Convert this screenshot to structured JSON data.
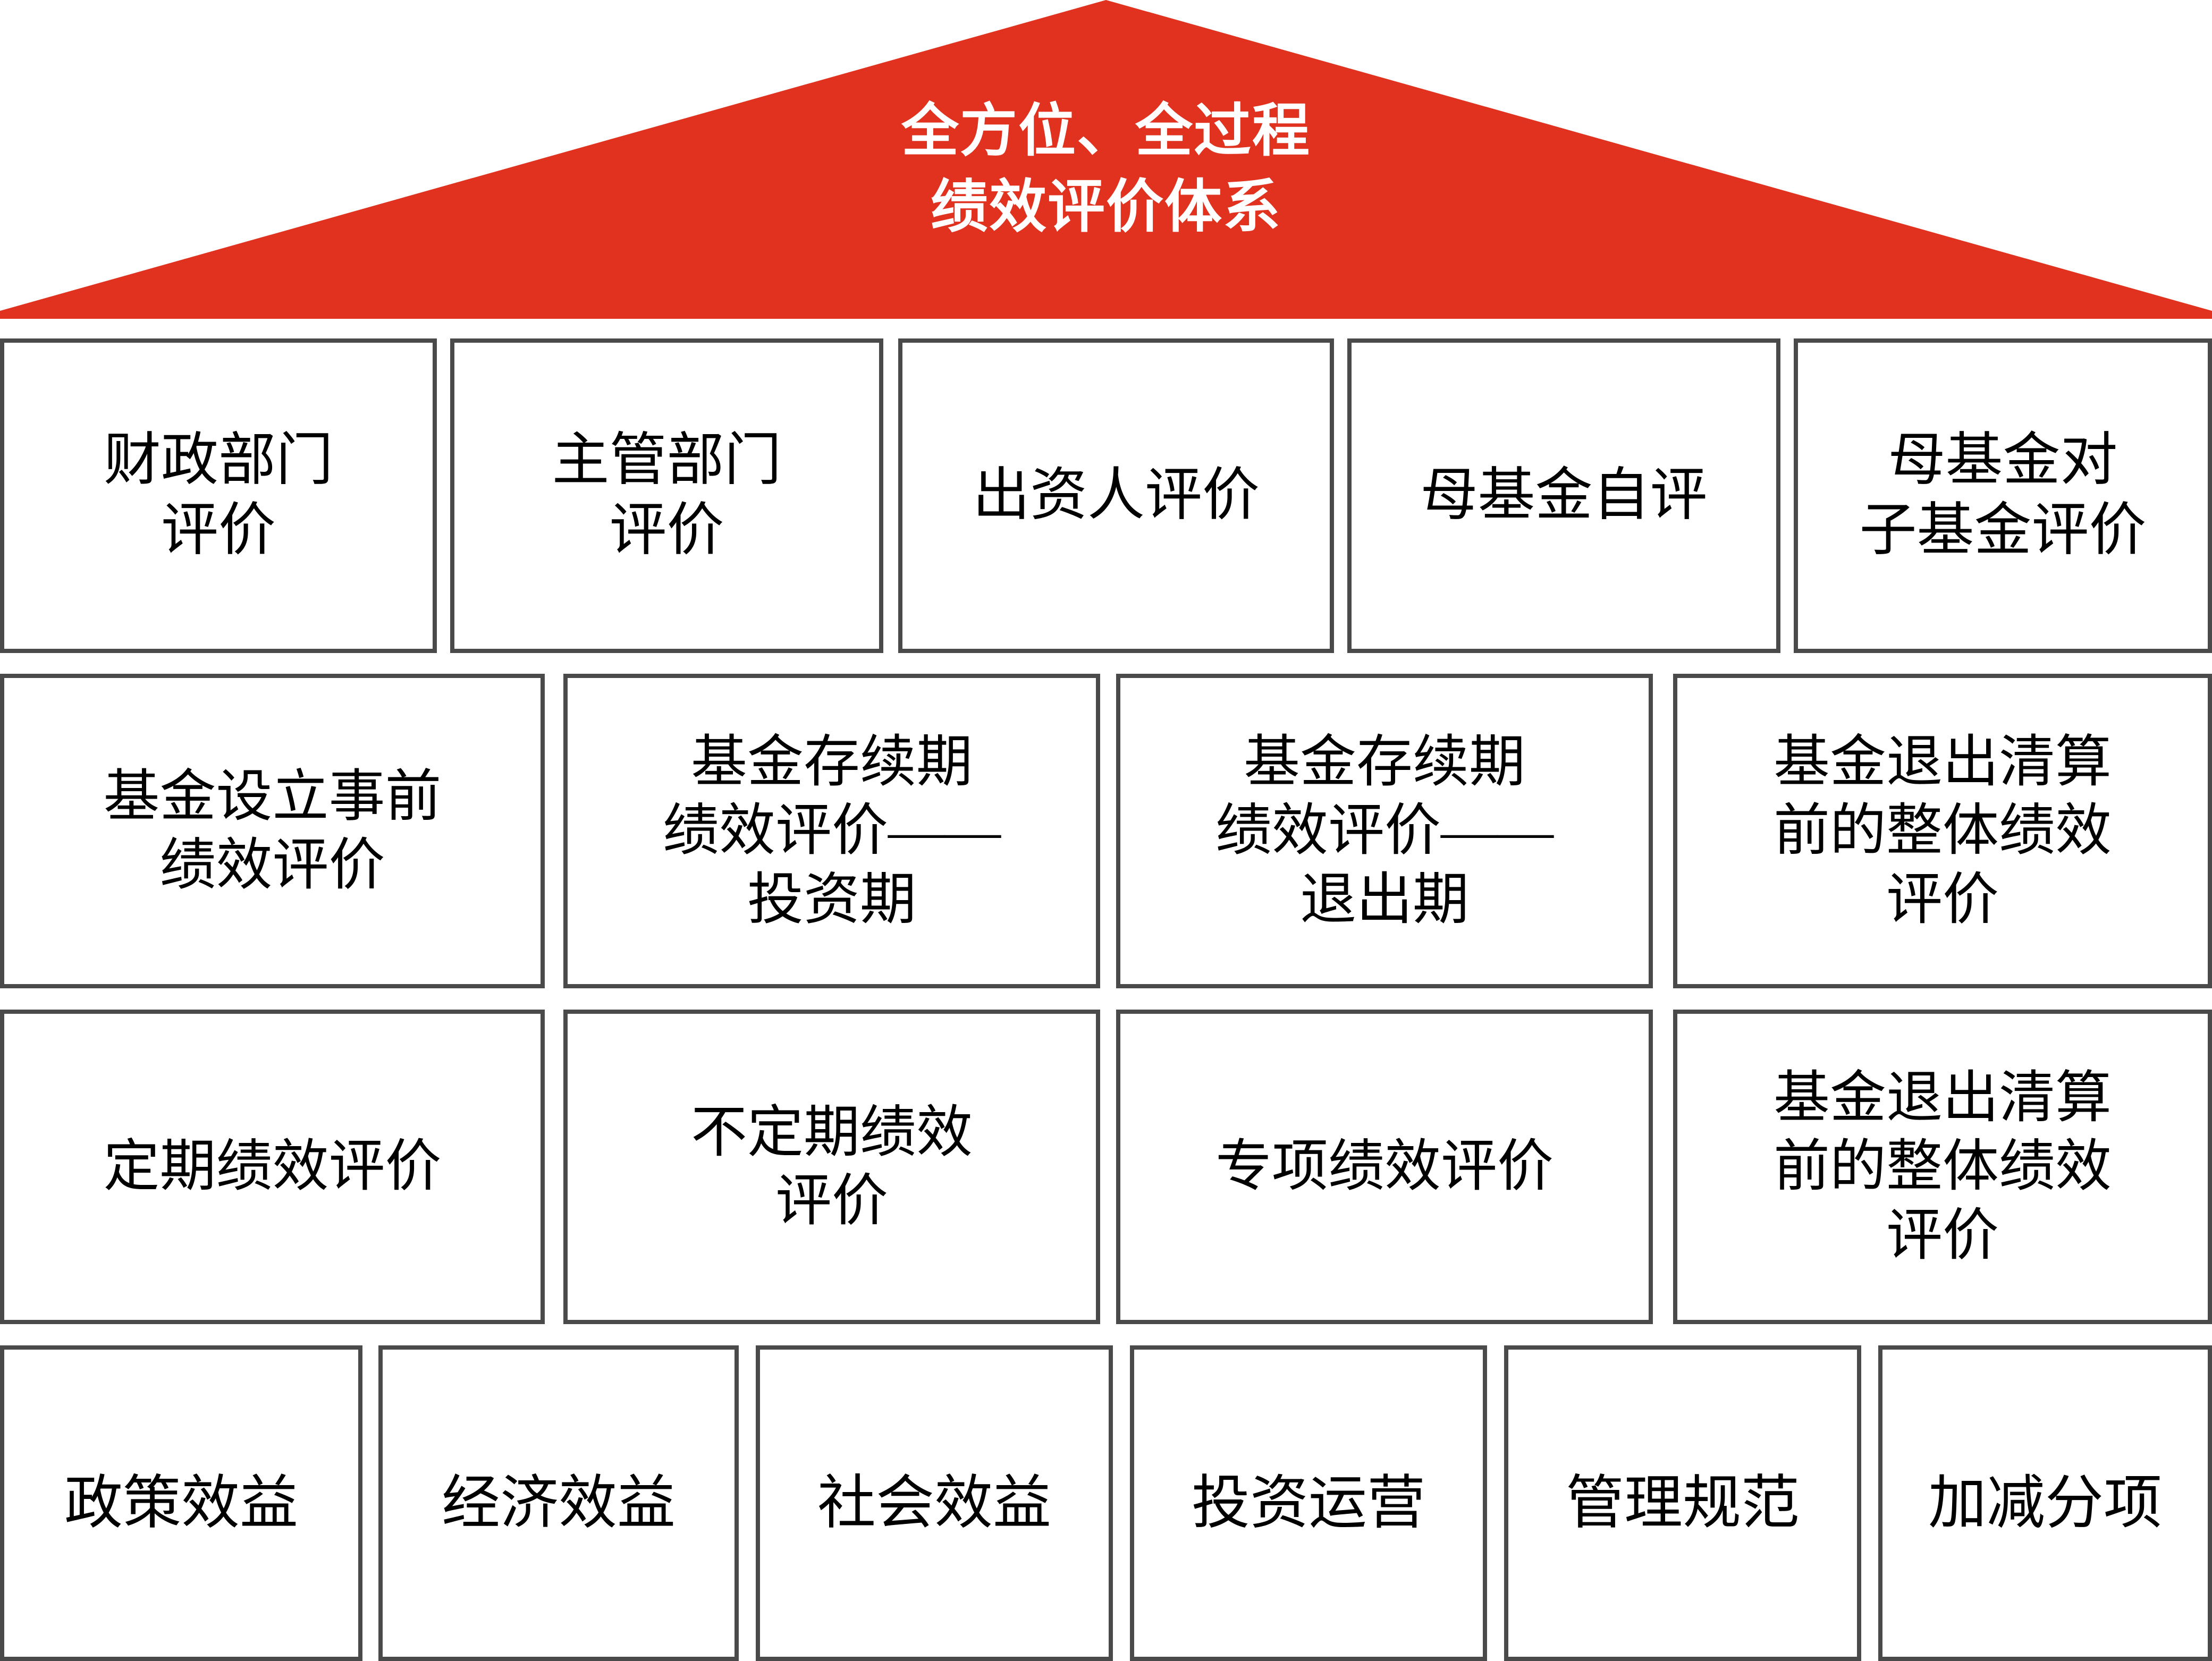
{
  "diagram": {
    "title_lines": [
      "全方位、全过程",
      "绩效评价体系"
    ],
    "roof_color": "#E0321F",
    "box_border_color": "#4A4A4A",
    "box_fill_color": "#FFFFFF",
    "text_color": "#000000",
    "title_text_color": "#FFFFFF"
  },
  "rows": [
    {
      "name": "evaluation-subjects",
      "boxes": [
        {
          "label": "财政部门\n评价"
        },
        {
          "label": "主管部门\n评价"
        },
        {
          "label": "出资人评价"
        },
        {
          "label": "母基金自评"
        },
        {
          "label": "母基金对\n子基金评价"
        }
      ]
    },
    {
      "name": "lifecycle-stages",
      "boxes": [
        {
          "label": "基金设立事前\n绩效评价"
        },
        {
          "label": "基金存续期\n绩效评价——\n投资期"
        },
        {
          "label": "基金存续期\n绩效评价——\n退出期"
        },
        {
          "label": "基金退出清算\n前的整体绩效\n评价"
        }
      ]
    },
    {
      "name": "evaluation-frequency",
      "boxes": [
        {
          "label": "定期绩效评价"
        },
        {
          "label": "不定期绩效\n评价"
        },
        {
          "label": "专项绩效评价"
        },
        {
          "label": "基金退出清算\n前的整体绩效\n评价"
        }
      ]
    },
    {
      "name": "evaluation-dimensions",
      "boxes": [
        {
          "label": "政策效益"
        },
        {
          "label": "经济效益"
        },
        {
          "label": "社会效益"
        },
        {
          "label": "投资运营"
        },
        {
          "label": "管理规范"
        },
        {
          "label": "加减分项"
        }
      ]
    }
  ]
}
